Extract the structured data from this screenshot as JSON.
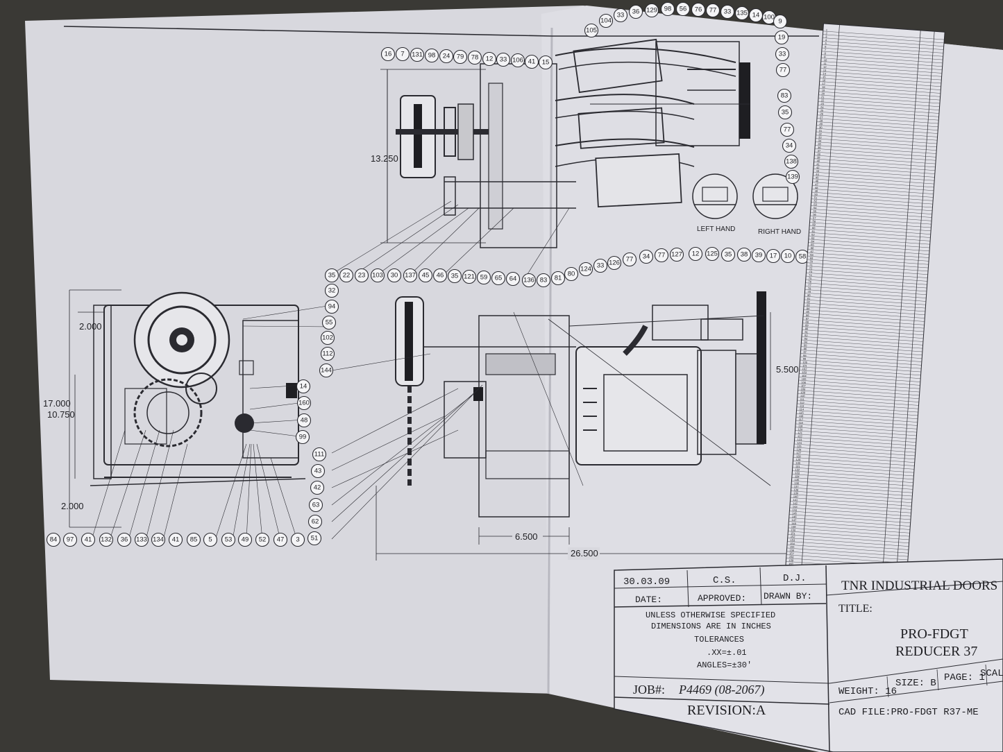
{
  "bubbles_top": [
    "16",
    "7",
    "131",
    "98",
    "24",
    "79",
    "78",
    "12",
    "33",
    "106",
    "41",
    "15",
    "105",
    "104",
    "33",
    "36",
    "129",
    "98",
    "56",
    "76",
    "77",
    "33",
    "135",
    "14",
    "100",
    "9"
  ],
  "bubbles_top_right": [
    "19",
    "33",
    "77",
    "83",
    "35",
    "77",
    "34"
  ],
  "bubbles_inset": [
    "138",
    "139"
  ],
  "bubbles_mid": [
    "35",
    "22",
    "23",
    "103",
    "30",
    "137",
    "45",
    "46",
    "35",
    "121",
    "59",
    "65",
    "64",
    "136",
    "83",
    "81",
    "80",
    "124",
    "33",
    "126",
    "77",
    "34",
    "77",
    "127",
    "12",
    "125",
    "35",
    "38",
    "39",
    "17",
    "10",
    "58"
  ],
  "bubbles_left": [
    "32",
    "94",
    "55",
    "102",
    "112",
    "144",
    "14",
    "160",
    "48",
    "99",
    "111",
    "43",
    "42",
    "63",
    "62",
    "51"
  ],
  "bubbles_bottom": [
    "84",
    "97",
    "41",
    "132",
    "36",
    "133",
    "134",
    "41",
    "85",
    "5",
    "53",
    "49",
    "52",
    "47",
    "3"
  ],
  "dimensions": {
    "d13250": "13.250",
    "d2000_top": "2.000",
    "d17000": "17.000",
    "d10750": "10.750",
    "d2000_bot": "2.000",
    "d5500": "5.500",
    "d6500": "6.500",
    "d26500": "26.500"
  },
  "inset_labels": {
    "left": "LEFT HAND",
    "right": "RIGHT HAND"
  },
  "title_block": {
    "date": "30.03.09",
    "approved_by": "C.S.",
    "drawn_by": "D.J.",
    "date_label": "DATE:",
    "approved_label": "APPROVED:",
    "drawn_label": "DRAWN BY:",
    "company": "TNR INDUSTRIAL DOORS",
    "title_label": "TITLE:",
    "title_line1": "PRO-FDGT",
    "title_line2": "REDUCER 37",
    "notes": [
      "UNLESS OTHERWISE SPECIFIED",
      "DIMENSIONS ARE IN INCHES",
      "TOLERANCES",
      ".XX=±.01",
      "ANGLES=±30'"
    ],
    "job_label": "JOB#:",
    "job_value": "P4469 (08-2067)",
    "revision": "REVISION:A",
    "weight": "WEIGHT: 16",
    "size": "SIZE: B",
    "page": "PAGE: 1",
    "scale": "SCALE",
    "cad_file": "CAD FILE:PRO-FDGT R37-ME"
  },
  "parts_list_items": [
    "1",
    "2",
    "3",
    "4",
    "5",
    "6",
    "7",
    "8",
    "9",
    "10",
    "11",
    "12",
    "13",
    "14",
    "15",
    "16",
    "17",
    "18",
    "19",
    "20",
    "21",
    "22",
    "23",
    "24",
    "25",
    "26",
    "27",
    "28",
    "29",
    "30",
    "31",
    "32",
    "33",
    "34",
    "35",
    "36",
    "37",
    "38",
    "39",
    "40",
    "41",
    "42",
    "43",
    "44",
    "45",
    "46",
    "47",
    "48",
    "49",
    "50",
    "51",
    "52",
    "53",
    "54",
    "55",
    "56",
    "57",
    "58",
    "59",
    "60",
    "61",
    "62",
    "63",
    "64",
    "65",
    "66",
    "67",
    "68",
    "69",
    "70",
    "71",
    "72",
    "73",
    "74",
    "75",
    "76",
    "77",
    "78",
    "79",
    "80",
    "81",
    "82",
    "83",
    "84",
    "85",
    "86",
    "87",
    "88",
    "89",
    "90",
    "91",
    "92",
    "93",
    "94",
    "95",
    "96",
    "97",
    "98",
    "99",
    "100",
    "101",
    "102",
    "103",
    "104",
    "105",
    "106",
    "107",
    "108",
    "109",
    "110",
    "111",
    "112",
    "113",
    "114",
    "115",
    "116",
    "117",
    "118",
    "119",
    "120",
    "121",
    "122",
    "123",
    "124",
    "125",
    "126",
    "127",
    "128",
    "129",
    "130",
    "131",
    "132",
    "133",
    "134",
    "135",
    "136",
    "137",
    "138",
    "139",
    "140",
    "141",
    "142",
    "143",
    "144",
    "145",
    "146",
    "147",
    "148",
    "149",
    "150",
    "151",
    "152",
    "153",
    "154",
    "155",
    "156",
    "157",
    "158",
    "159",
    "160"
  ]
}
